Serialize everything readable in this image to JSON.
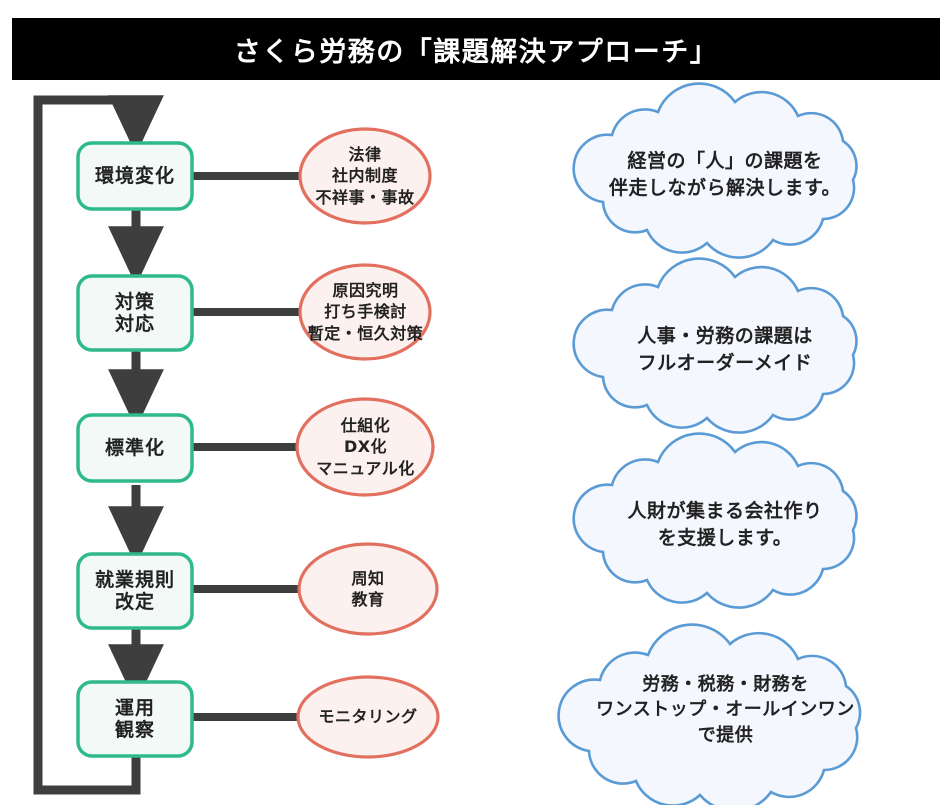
{
  "header": {
    "title": "さくら労務の「課題解決アプローチ」",
    "background_color": "#000000",
    "text_color": "#ffffff"
  },
  "colors": {
    "stage_border": "#2fb98d",
    "stage_fill": "#f2f9f7",
    "detail_border": "#e2705f",
    "detail_fill": "#fdf1ef",
    "cloud_border": "#5b9bd5",
    "cloud_fill": "#f4f7fd",
    "connector": "#3e3e3e",
    "text": "#222222"
  },
  "flow": {
    "loop_label": "feedback-loop",
    "stages": [
      {
        "id": "stage-1",
        "lines": [
          "環境変化"
        ],
        "detail": {
          "id": "detail-1",
          "lines": [
            "法律",
            "社内制度",
            "不祥事・事故"
          ]
        }
      },
      {
        "id": "stage-2",
        "lines": [
          "対策",
          "対応"
        ],
        "detail": {
          "id": "detail-2",
          "lines": [
            "原因究明",
            "打ち手検討",
            "暫定・恒久対策"
          ]
        }
      },
      {
        "id": "stage-3",
        "lines": [
          "標準化"
        ],
        "detail": {
          "id": "detail-3",
          "lines": [
            "仕組化",
            "DX化",
            "マニュアル化"
          ]
        }
      },
      {
        "id": "stage-4",
        "lines": [
          "就業規則",
          "改定"
        ],
        "detail": {
          "id": "detail-4",
          "lines": [
            "周知",
            "教育"
          ]
        }
      },
      {
        "id": "stage-5",
        "lines": [
          "運用",
          "観察"
        ],
        "detail": {
          "id": "detail-5",
          "lines": [
            "モニタリング"
          ]
        }
      }
    ]
  },
  "clouds": [
    {
      "id": "cloud-1",
      "lines": [
        "経営の「人」の課題を",
        "伴走しながら解決します。"
      ]
    },
    {
      "id": "cloud-2",
      "lines": [
        "人事・労務の課題は",
        "フルオーダーメイド"
      ]
    },
    {
      "id": "cloud-3",
      "lines": [
        "人財が集まる会社作り",
        "を支援します。"
      ]
    },
    {
      "id": "cloud-4",
      "lines": [
        "労務・税務・財務を",
        "ワンストップ・オールインワン",
        "で提供"
      ]
    }
  ]
}
